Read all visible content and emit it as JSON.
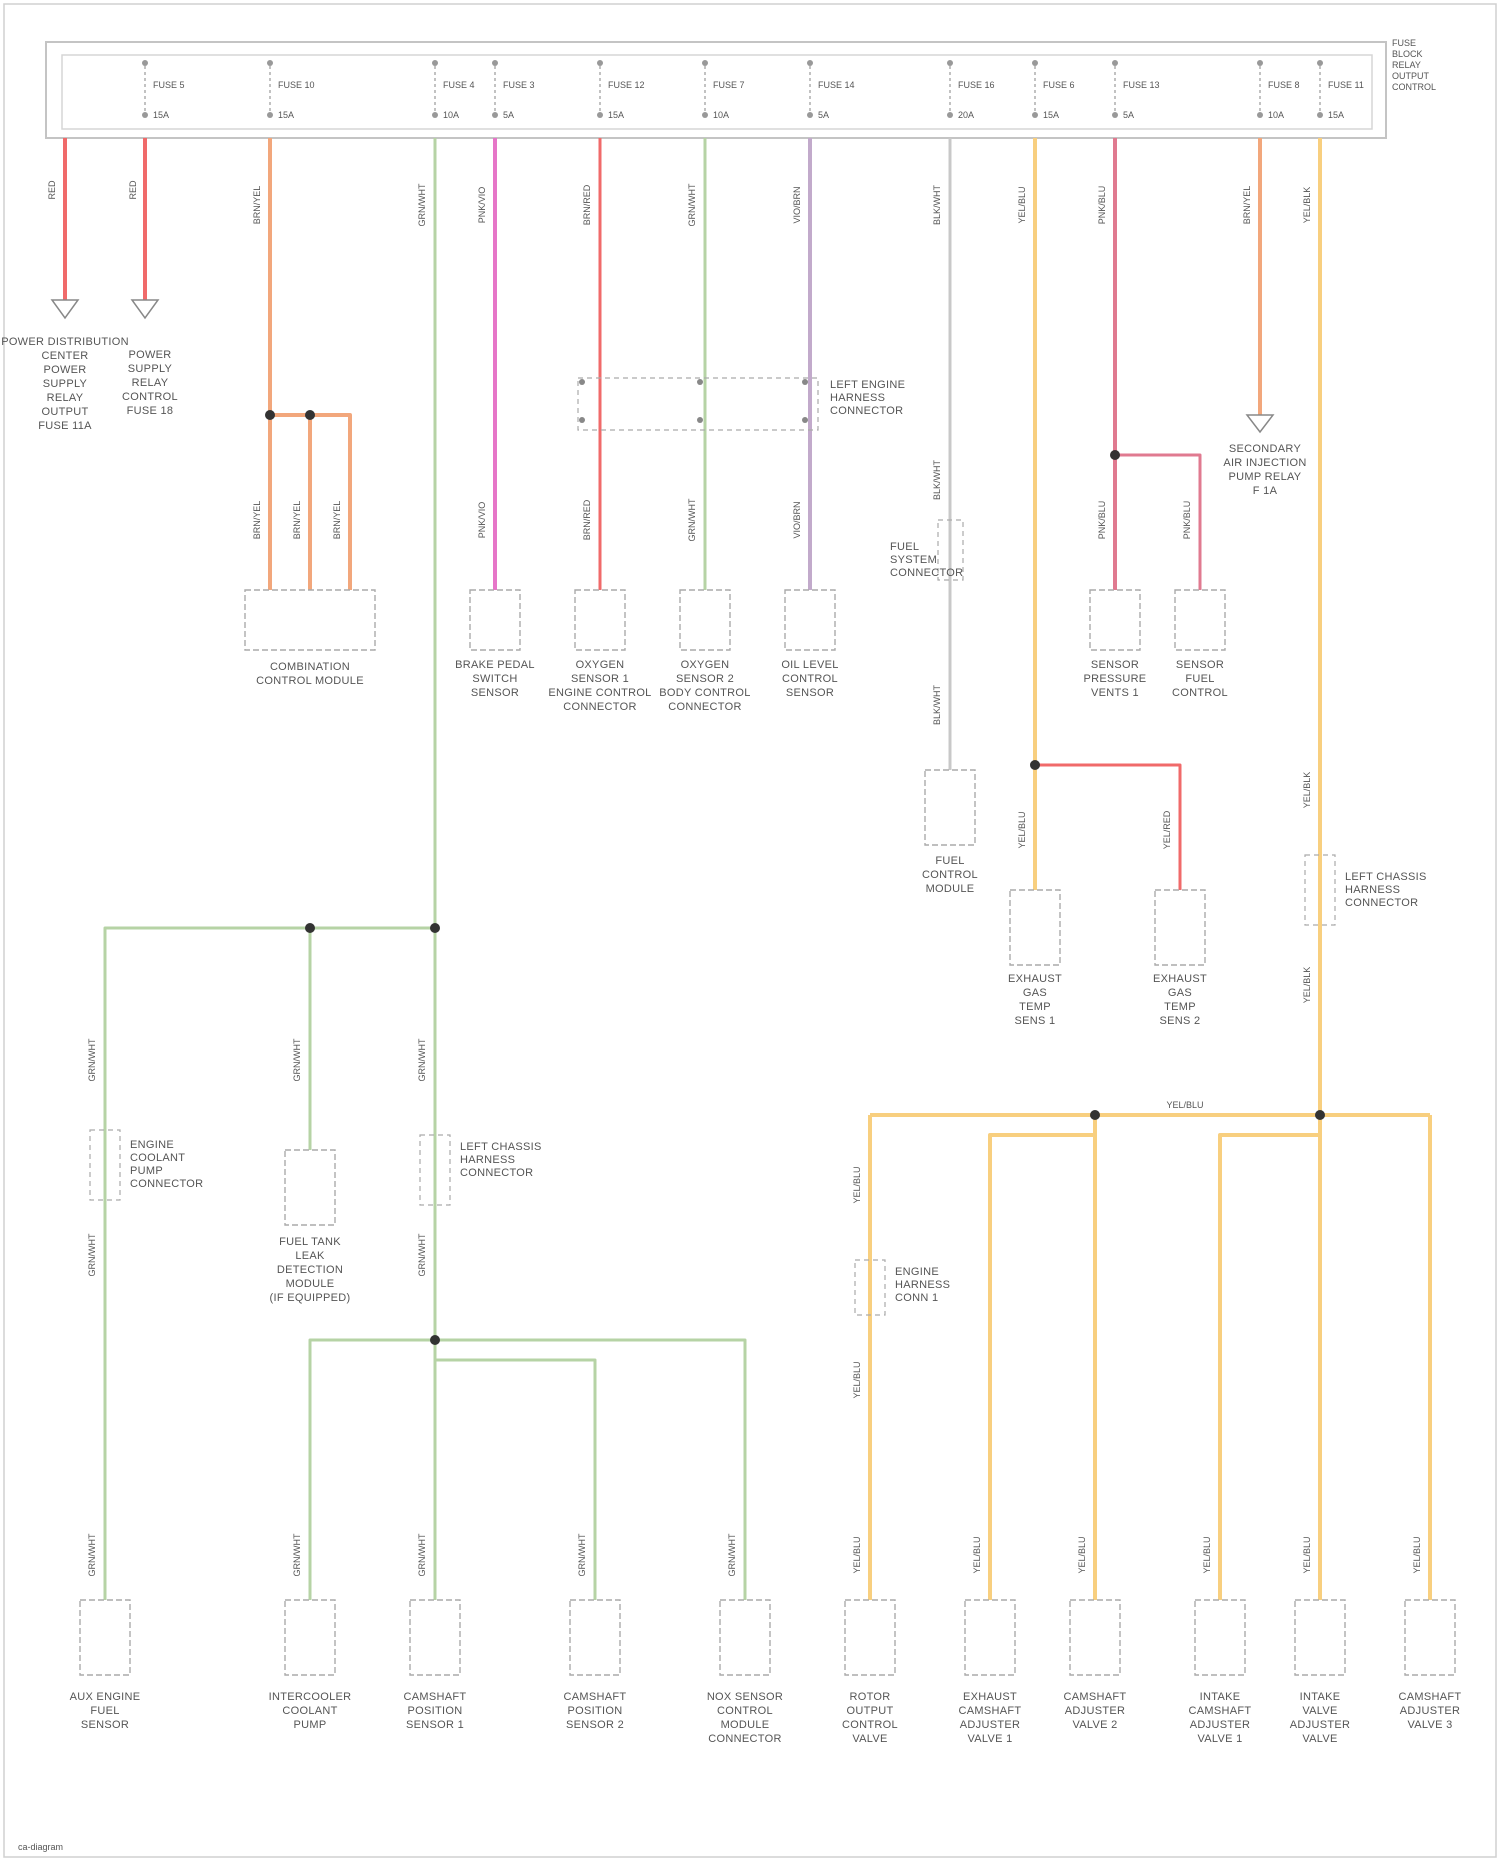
{
  "colors": {
    "red": "#f06a6a",
    "orange": "#f2a77c",
    "pink": "#e676c8",
    "green": "#b6d3a5",
    "purple": "#c2aacb",
    "yellow": "#f8cf7f",
    "pink_red": "#e07a90",
    "gray": "#c8c8c8",
    "line": "#b5b5b5"
  },
  "header": {
    "title": "FUSE\nBLOCK\nRELAY\nOUTPUT\nCONTROL"
  },
  "fuses": [
    {
      "name": "FUSE 5",
      "amp": "15A"
    },
    {
      "name": "FUSE 10",
      "amp": "15A"
    },
    {
      "name": "FUSE 4",
      "amp": "10A"
    },
    {
      "name": "FUSE 3",
      "amp": "5A"
    },
    {
      "name": "FUSE 12",
      "amp": "15A"
    },
    {
      "name": "FUSE 7",
      "amp": "10A"
    },
    {
      "name": "FUSE 14",
      "amp": "5A"
    },
    {
      "name": "FUSE 16",
      "amp": "20A"
    },
    {
      "name": "FUSE 6",
      "amp": "15A"
    },
    {
      "name": "FUSE 13",
      "amp": "5A"
    },
    {
      "name": "FUSE 8",
      "amp": "10A"
    },
    {
      "name": "FUSE 11",
      "amp": "15A"
    }
  ],
  "wires": [
    "RED",
    "RED",
    "BRN/YEL",
    "GRN/WHT",
    "PNK/VIO",
    "BRN/RED",
    "GRN/WHT",
    "VIO/BRN",
    "BLK/WHT",
    "YEL/BLU",
    "PNK/BLU",
    "BRN/YEL",
    "YEL/BLK",
    "YEL/RED"
  ],
  "grounds": [
    {
      "text": "POWER DISTRIBUTION\nCENTER\nPOWER\nSUPPLY\nRELAY\nOUTPUT\nFUSE 11A"
    },
    {
      "text": "POWER\nSUPPLY\nRELAY\nCONTROL\nFUSE 18"
    },
    {
      "text": "SECONDARY\nAIR INJECTION\nPUMP RELAY\nF 1A"
    }
  ],
  "components": [
    {
      "label": "COMBINATION\nCONTROL MODULE"
    },
    {
      "label": "BRAKE PEDAL\nSWITCH\nSENSOR"
    },
    {
      "label": "OXYGEN\nSENSOR 1\nENGINE CONTROL\nCONNECTOR"
    },
    {
      "label": "OXYGEN\nSENSOR 2\nBODY CONTROL\nCONNECTOR"
    },
    {
      "label": "OIL LEVEL\nCONTROL\nSENSOR"
    },
    {
      "label": "FUEL\nCONTROL\nMODULE"
    },
    {
      "label": "SENSOR\nPRESSURE\nVENTS 1"
    },
    {
      "label": "SENSOR\nFUEL\nCONTROL"
    },
    {
      "label": "EXHAUST\nGAS\nTEMP\nSENS 1"
    },
    {
      "label": "EXHAUST\nGAS\nTEMP\nSENS 2"
    },
    {
      "label": "AUX ENGINE\nFUEL\nSENSOR"
    },
    {
      "label": "FUEL TANK\nLEAK\nDETECTION\nMODULE\n(IF EQUIPPED)"
    },
    {
      "label": "INTERCOOLER\nCOOLANT\nPUMP"
    },
    {
      "label": "CAMSHAFT\nPOSITION\nSENSOR 1"
    },
    {
      "label": "CAMSHAFT\nPOSITION\nSENSOR 2"
    },
    {
      "label": "NOX SENSOR\nCONTROL\nMODULE\nCONNECTOR"
    },
    {
      "label": "ROTOR\nOUTPUT\nCONTROL\nVALVE"
    },
    {
      "label": "EXHAUST\nCAMSHAFT\nADJUSTER\nVALVE 1"
    },
    {
      "label": "CAMSHAFT\nADJUSTER\nVALVE 2"
    },
    {
      "label": "INTAKE\nCAMSHAFT\nADJUSTER\nVALVE 1"
    },
    {
      "label": "INTAKE\nVALVE\nADJUSTER\nVALVE"
    },
    {
      "label": "CAMSHAFT\nADJUSTER\nVALVE 3"
    }
  ],
  "connectors": [
    {
      "label": "LEFT ENGINE\nHARNESS\nCONNECTOR"
    },
    {
      "label": "FUEL\nSYSTEM\nCONNECTOR"
    },
    {
      "label": "LEFT CHASSIS\nHARNESS\nCONNECTOR"
    },
    {
      "label": "ENGINE\nCOOLANT\nPUMP\nCONNECTOR"
    },
    {
      "label": "LEFT CHASSIS\nHARNESS\nCONNECTOR"
    },
    {
      "label": "ENGINE\nHARNESS\nCONN 1"
    }
  ],
  "bus_label": "YEL/BLU",
  "footer": "ca-diagram"
}
